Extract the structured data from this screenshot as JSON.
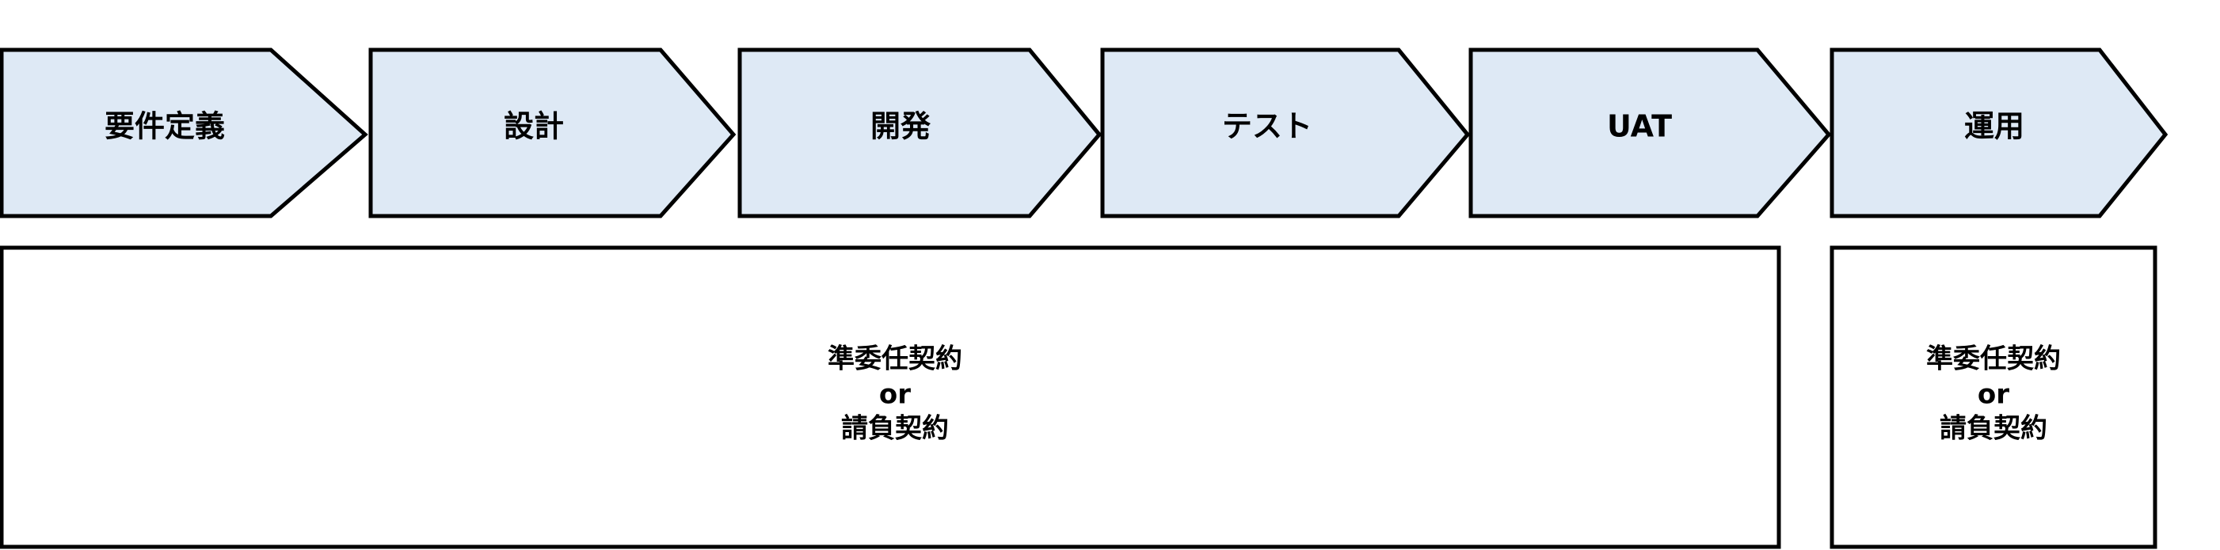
{
  "colors": {
    "phase_fill": "#dee9f5",
    "stroke": "#000000",
    "box_fill": "#ffffff"
  },
  "phases": [
    {
      "label": "要件定義"
    },
    {
      "label": "設計"
    },
    {
      "label": "開発"
    },
    {
      "label": "テスト"
    },
    {
      "label": "UAT"
    },
    {
      "label": "運用"
    }
  ],
  "contracts": [
    {
      "line1": "準委任契約",
      "line2": "or",
      "line3": "請負契約"
    },
    {
      "line1": "準委任契約",
      "line2": "or",
      "line3": "請負契約"
    }
  ]
}
